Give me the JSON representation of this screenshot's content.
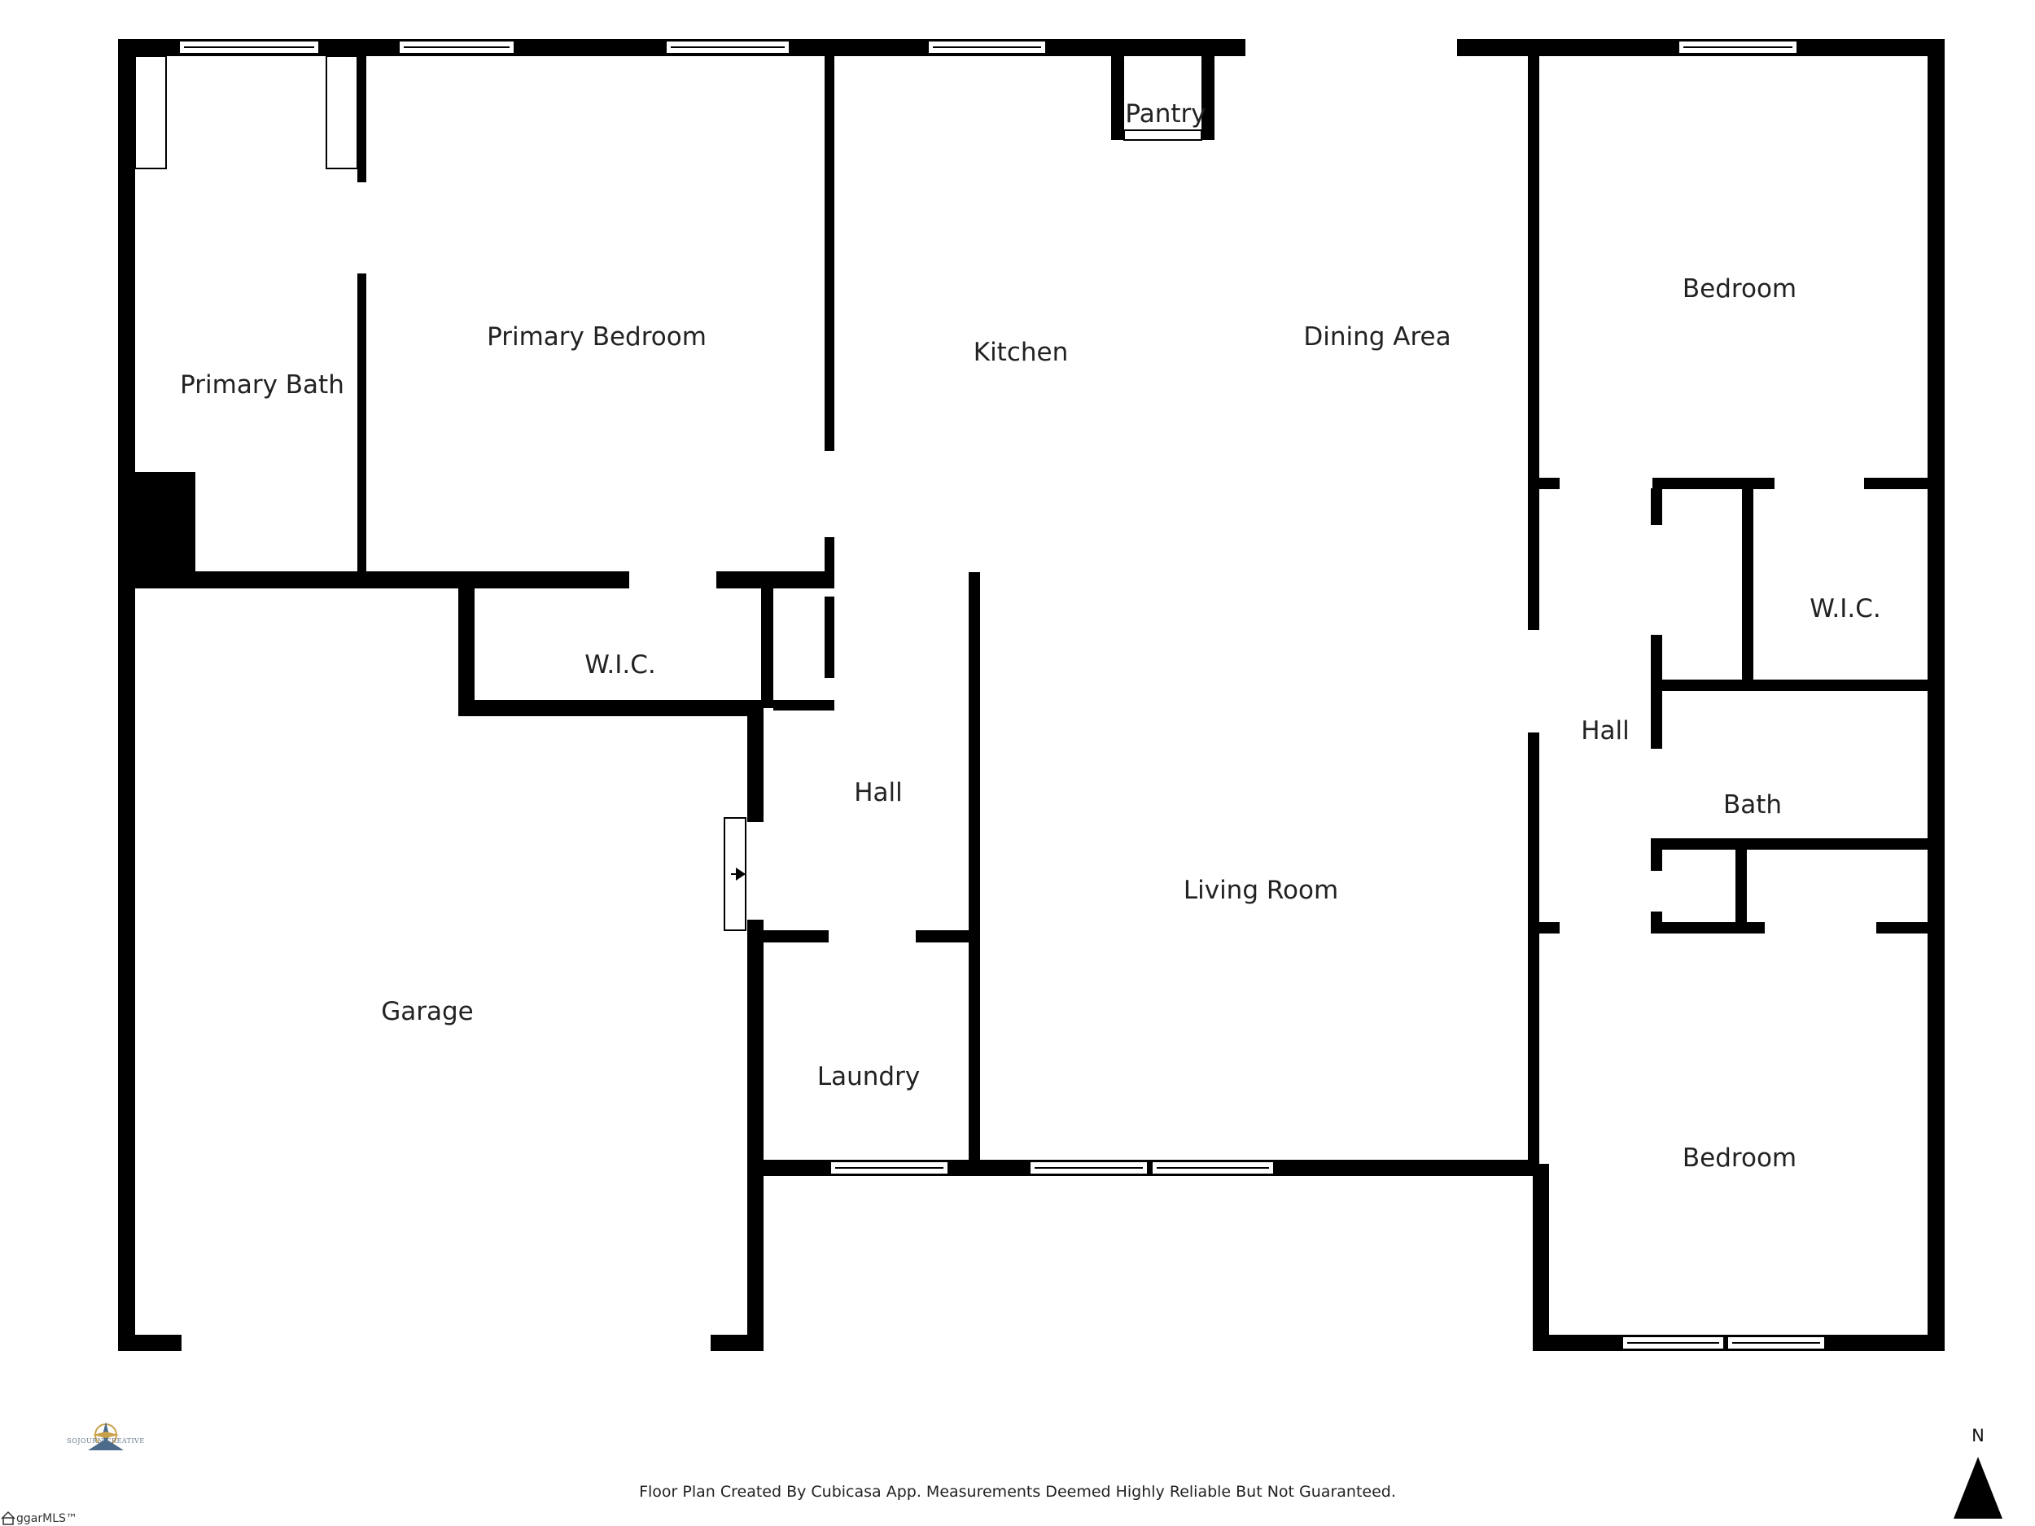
{
  "rooms": {
    "primary_bath": "Primary Bath",
    "primary_bedroom": "Primary Bedroom",
    "kitchen": "Kitchen",
    "pantry": "Pantry",
    "dining_area": "Dining Area",
    "bedroom_north": "Bedroom",
    "wic_primary": "W.I.C.",
    "wic_east": "W.I.C.",
    "hall_west": "Hall",
    "hall_east": "Hall",
    "bath": "Bath",
    "living_room": "Living Room",
    "garage": "Garage",
    "laundry": "Laundry",
    "bedroom_south": "Bedroom"
  },
  "footer": {
    "caption": "Floor Plan Created By Cubicasa App. Measurements Deemed Highly Reliable But Not Guaranteed.",
    "north": "N",
    "mls": "ggarMLS™",
    "logo_line": "SOJOURN CREATIVE"
  },
  "colors": {
    "wall": "#000000",
    "window": "#ffffff",
    "background": "#ffffff",
    "logo_accent": "#c9a14a"
  },
  "icons": {
    "north_arrow": "north-arrow-icon",
    "door_swing": "door-arrow-icon",
    "logo": "compass-logo-icon"
  }
}
